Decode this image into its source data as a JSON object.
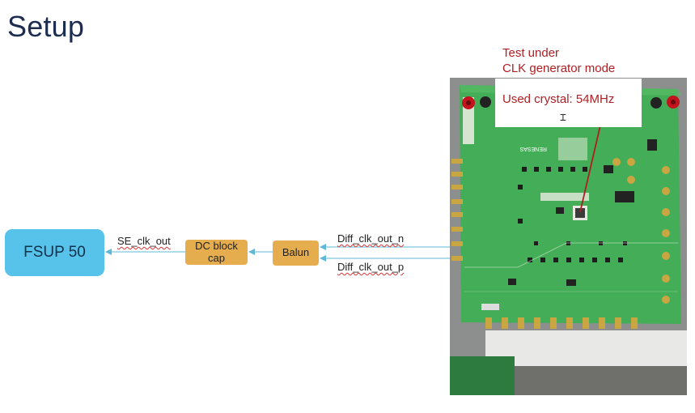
{
  "slide": {
    "title": "Setup"
  },
  "blocks": {
    "analyzer": "FSUP 50",
    "dc_block": "DC block cap",
    "balun": "Balun"
  },
  "signals": {
    "se_out": "SE_clk_out",
    "diff_n": "Diff_clk_out_n",
    "diff_p": "Diff_clk_out_p"
  },
  "annotation": {
    "line1": "Test under",
    "line2": "CLK generator mode",
    "line3": "Used crystal: 54MHz"
  },
  "board": {
    "vendor_silk": "RENESAS"
  },
  "colors": {
    "analyzer_fill": "#58c3ea",
    "block_fill": "#e6ad4f",
    "wire": "#5fb8d6",
    "annotation_text": "#b01e22",
    "pcb_green": "#3fae52"
  },
  "icons": {
    "cursor": "text-cursor-icon"
  }
}
